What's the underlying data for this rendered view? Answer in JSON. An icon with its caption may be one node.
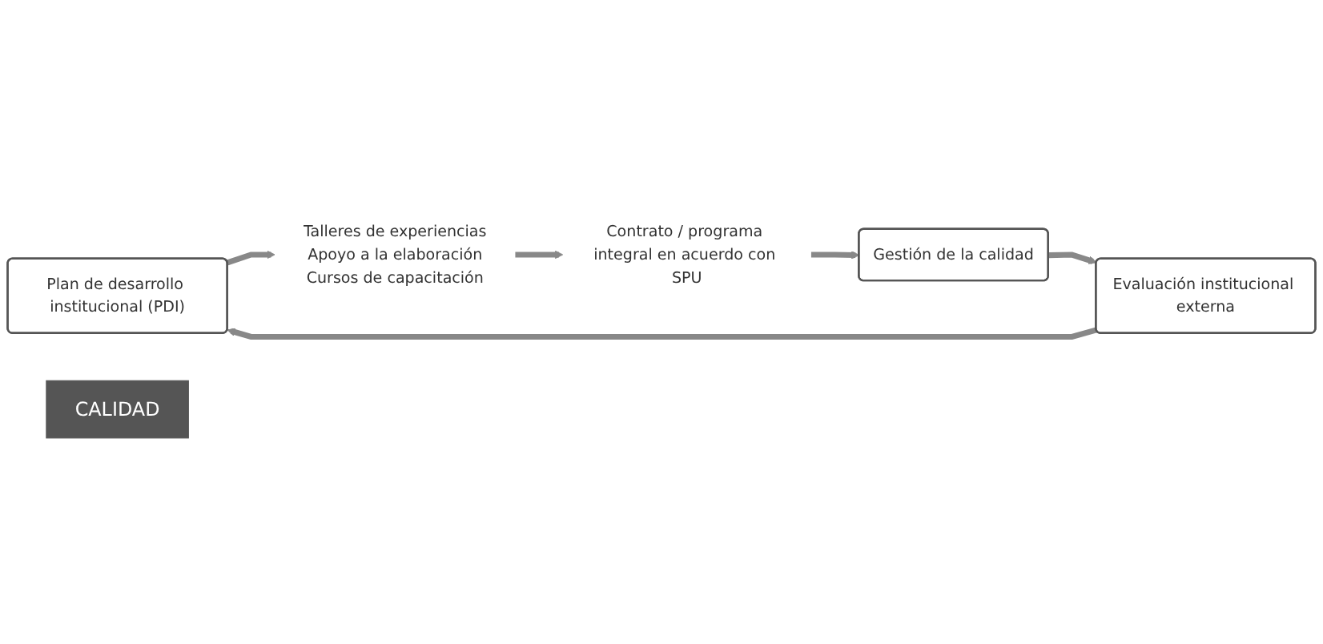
{
  "diagram": {
    "nodes": [
      {
        "text": [
          "Plan de desarrollo institucional (PDI)"
        ]
      },
      {
        "text": [
          "Talleres de experiencias",
          "Apoyo a la elaboración",
          "Cursos de capacitación"
        ]
      },
      {
        "text": [
          "Contrato / programa integral en acuerdo con SPU"
        ]
      },
      {
        "text": [
          "Gestión de la calidad"
        ]
      },
      {
        "text": [
          "Evaluación institucional externa"
        ]
      },
      {
        "text": [
          "CALIDAD"
        ]
      }
    ],
    "edges": [
      {
        "from": 0,
        "to": 1,
        "arrow": "to"
      },
      {
        "from": 1,
        "to": 2,
        "arrow": "to"
      },
      {
        "from": 2,
        "to": 3,
        "arrow": "to"
      },
      {
        "from": 3,
        "to": 4,
        "arrow": "to"
      },
      {
        "from": 4,
        "to": 0,
        "arrow": "to"
      }
    ]
  }
}
